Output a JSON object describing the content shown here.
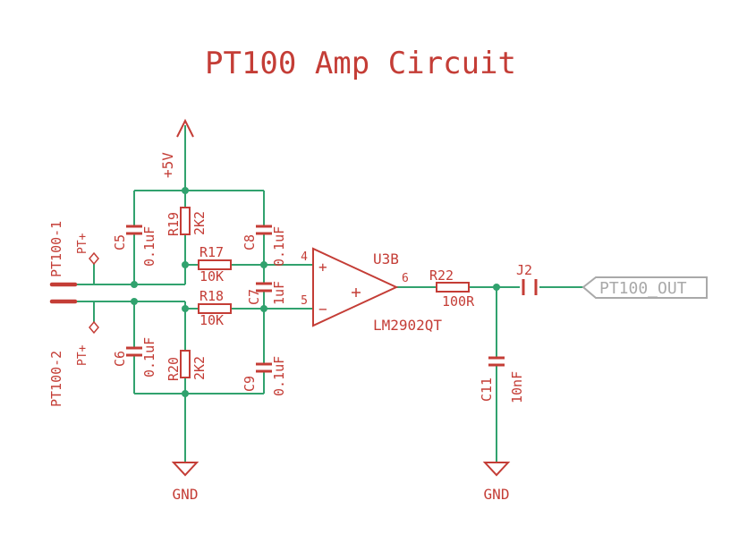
{
  "title": "PT100 Amp Circuit",
  "colors": {
    "wire_green": "#31a26e",
    "symbol_red": "#c43d36",
    "flag_gray": "#a9a9a9",
    "background": "#ffffff"
  },
  "power": {
    "vcc_label": "+5V",
    "gnd_left_label": "GND",
    "gnd_right_label": "GND"
  },
  "connector": {
    "pin1_label": "PT100-1",
    "pin2_label": "PT100-2",
    "testpoint1_label": "PT+",
    "testpoint2_label": "PT+"
  },
  "resistors": {
    "r17": {
      "ref": "R17",
      "value": "10K"
    },
    "r18": {
      "ref": "R18",
      "value": "10K"
    },
    "r19": {
      "ref": "R19",
      "value": "2K2"
    },
    "r20": {
      "ref": "R20",
      "value": "2K2"
    },
    "r22": {
      "ref": "R22",
      "value": "100R"
    }
  },
  "capacitors": {
    "c5": {
      "ref": "C5",
      "value": "0.1uF"
    },
    "c6": {
      "ref": "C6",
      "value": "0.1uF"
    },
    "c7": {
      "ref": "C7",
      "value": "1uF"
    },
    "c8": {
      "ref": "C8",
      "value": "0.1uF"
    },
    "c9": {
      "ref": "C9",
      "value": "0.1uF"
    },
    "c11": {
      "ref": "C11",
      "value": "10nF"
    }
  },
  "opamp": {
    "ref": "U3B",
    "part": "LM2902QT",
    "pin_noninv": "4",
    "pin_inv": "5",
    "pin_out": "6",
    "plus_sign": "+",
    "minus_sign": "−"
  },
  "jumper": {
    "ref": "J2"
  },
  "net_flag": {
    "label": "PT100_OUT"
  }
}
